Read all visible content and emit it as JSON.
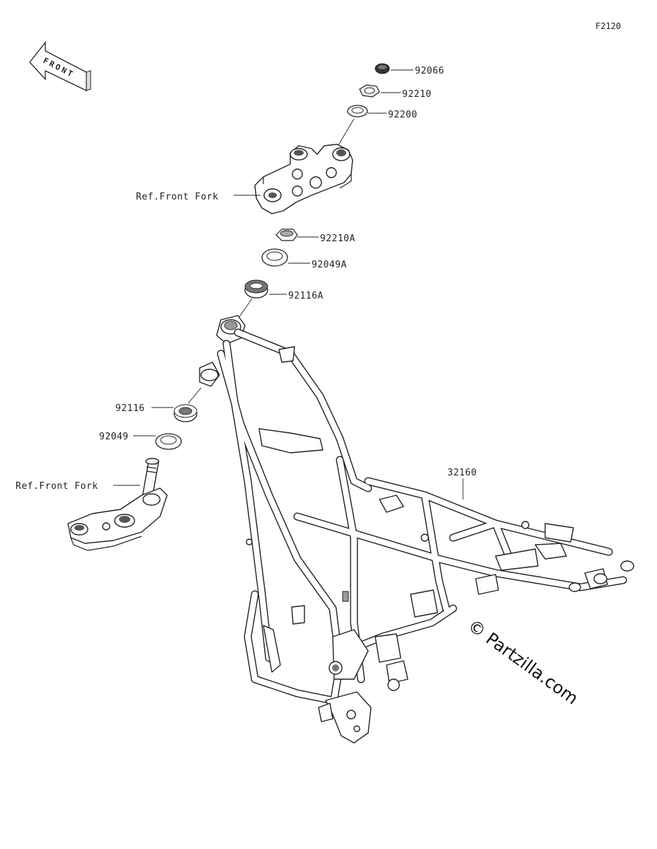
{
  "figure_code": "F2120",
  "front_arrow_label": "FRONT",
  "watermark": "© Partzilla.com",
  "callouts": {
    "nut_92066": "92066",
    "nut_92210": "92210",
    "washer_92200": "92200",
    "upper_bracket_ref": "Ref.Front Fork",
    "nut_92210A": "92210A",
    "seal_92049A": "92049A",
    "bearing_92116A": "92116A",
    "bearing_92116": "92116",
    "seal_92049": "92049",
    "lower_bracket_ref": "Ref.Front Fork",
    "frame_32160": "32160"
  }
}
